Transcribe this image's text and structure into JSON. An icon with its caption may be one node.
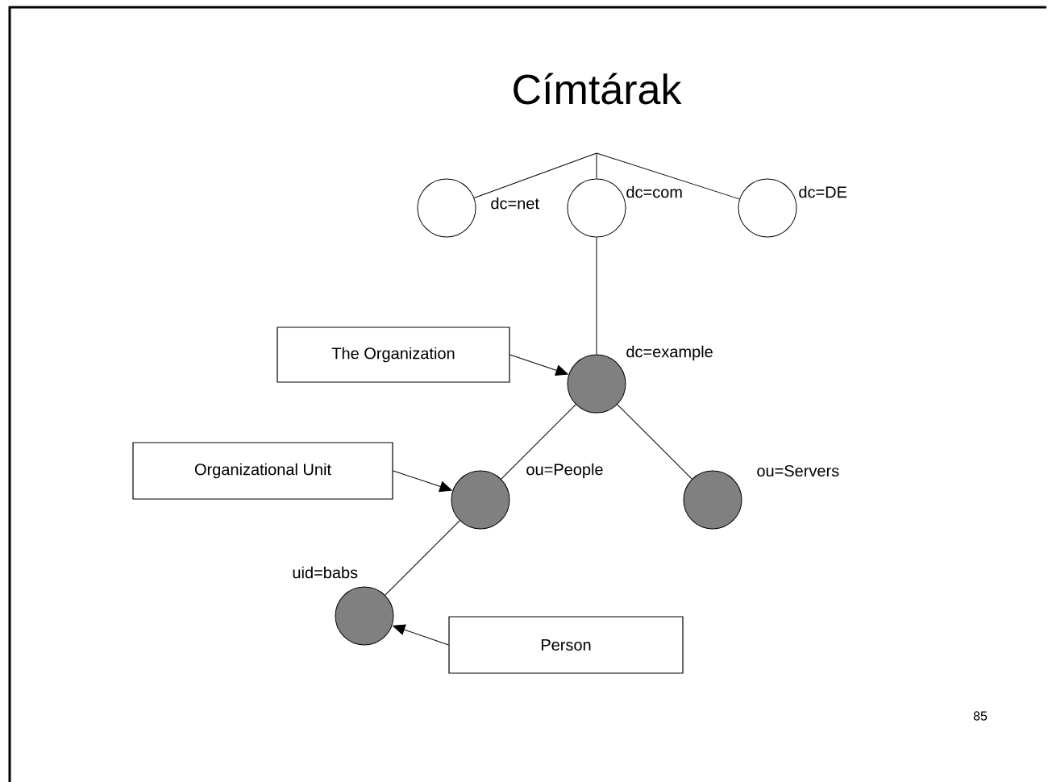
{
  "diagram": {
    "title": "Címtárak",
    "nodes": [
      {
        "text": [],
        "shape": "circle",
        "beside": [
          "dc=net"
        ]
      },
      {
        "text": [],
        "shape": "circle",
        "beside": [
          "dc=com"
        ]
      },
      {
        "text": [],
        "shape": "circle",
        "beside": [
          "dc=DE"
        ]
      },
      {
        "text": [],
        "shape": "circle",
        "beside": [
          "dc=example"
        ]
      },
      {
        "text": [],
        "shape": "circle",
        "beside": [
          "ou=People"
        ]
      },
      {
        "text": [],
        "shape": "circle",
        "beside": [
          "ou=Servers"
        ]
      },
      {
        "text": [],
        "shape": "circle",
        "beside": [
          "uid=babs"
        ]
      },
      {
        "text": [
          "The Organization"
        ]
      },
      {
        "text": [
          "Organizational Unit"
        ]
      },
      {
        "text": [
          "Person"
        ]
      }
    ],
    "edges": [
      {
        "from": null,
        "to": 0,
        "arrow": "none"
      },
      {
        "from": null,
        "to": 1,
        "arrow": "none"
      },
      {
        "from": null,
        "to": 2,
        "arrow": "none"
      },
      {
        "from": 1,
        "to": 3,
        "arrow": "none"
      },
      {
        "from": 3,
        "to": 4,
        "arrow": "none"
      },
      {
        "from": 3,
        "to": 5,
        "arrow": "none"
      },
      {
        "from": 4,
        "to": 6,
        "arrow": "none"
      },
      {
        "from": 7,
        "to": 3,
        "arrow": "to"
      },
      {
        "from": 8,
        "to": 4,
        "arrow": "to"
      },
      {
        "from": 9,
        "to": 6,
        "arrow": "to"
      }
    ],
    "labels": [
      "85"
    ]
  }
}
